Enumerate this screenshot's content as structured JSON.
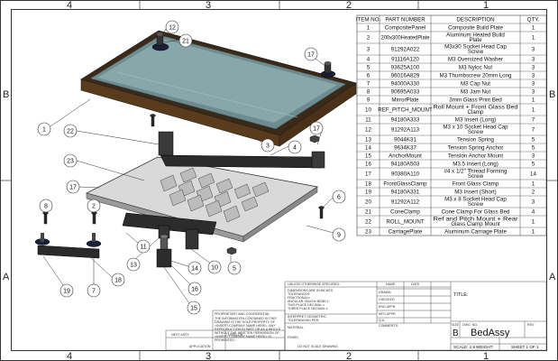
{
  "zones": {
    "top": [
      "4",
      "3",
      "2",
      "1"
    ],
    "bottom": [
      "4",
      "3",
      "2",
      "1"
    ],
    "left": [
      "B",
      "A"
    ],
    "right": [
      "B",
      "A"
    ]
  },
  "bom": {
    "headers": [
      "ITEM NO.",
      "PART NUMBER",
      "DESCRIPTION",
      "QTY."
    ],
    "rows": [
      {
        "item": "1",
        "part": "CompositePanel",
        "desc": [
          "Composite Build Plate"
        ],
        "qty": "1"
      },
      {
        "item": "2",
        "part": "200x300HeatedPlate",
        "desc": [
          "Aluminum Heated Build",
          "Plate"
        ],
        "qty": "1"
      },
      {
        "item": "3",
        "part": "91292A022",
        "desc": [
          "M3x30 Socket Head Cap",
          "Screw"
        ],
        "qty": "3"
      },
      {
        "item": "4",
        "part": "91116A120",
        "desc": [
          "M3 Oversized Washer"
        ],
        "qty": "3"
      },
      {
        "item": "5",
        "part": "93625A100",
        "desc": [
          "M3 Nyloc Nut"
        ],
        "qty": "3"
      },
      {
        "item": "6",
        "part": "96016A829",
        "desc": [
          "M3 Thumbscrew 20mm Long"
        ],
        "qty": "3"
      },
      {
        "item": "7",
        "part": "94000A330",
        "desc": [
          "M3 Cap Nut"
        ],
        "qty": "3"
      },
      {
        "item": "8",
        "part": "90695A033",
        "desc": [
          "M3 Jam Nut"
        ],
        "qty": "3"
      },
      {
        "item": "9",
        "part": "MirrorPlate",
        "desc": [
          "3mm Glass Print Bed"
        ],
        "qty": "1"
      },
      {
        "item": "10",
        "part": "REF_PITCH_MOUNT",
        "desc": [
          "Roll Mount + Front Glass Bed",
          "Clamp"
        ],
        "qty": "1"
      },
      {
        "item": "11",
        "part": "94180A333",
        "desc": [
          "M3 Insert (Long)"
        ],
        "qty": "7"
      },
      {
        "item": "12",
        "part": "91292A113",
        "desc": [
          "M3 x 10 Socket Head Cap",
          "Screw"
        ],
        "qty": "7"
      },
      {
        "item": "13",
        "part": "9044K31",
        "desc": [
          "Tension Spring"
        ],
        "qty": "5"
      },
      {
        "item": "14",
        "part": "9634K37",
        "desc": [
          "Tension Spring Anchor"
        ],
        "qty": "5"
      },
      {
        "item": "15",
        "part": "AnchorMount",
        "desc": [
          "Tension Anchor Mount"
        ],
        "qty": "3"
      },
      {
        "item": "16",
        "part": "94180A503",
        "desc": [
          "M3.5 Insert (Long)"
        ],
        "qty": "5"
      },
      {
        "item": "17",
        "part": "90380A110",
        "desc": [
          "#4 x 1/2\" Thread Forming",
          "Screw"
        ],
        "qty": "14"
      },
      {
        "item": "18",
        "part": "FrontGlassClamp",
        "desc": [
          "Front Glass Clamp"
        ],
        "qty": "1"
      },
      {
        "item": "19",
        "part": "94180A331",
        "desc": [
          "M3 Insert (Short)"
        ],
        "qty": "2"
      },
      {
        "item": "20",
        "part": "91292A112",
        "desc": [
          "M3 x 8 Socket Head Cap",
          "Screw"
        ],
        "qty": "3"
      },
      {
        "item": "21",
        "part": "ConeClamp",
        "desc": [
          "Cone Clamp For Glass Bed"
        ],
        "qty": "4"
      },
      {
        "item": "22",
        "part": "ROLL_MOUNT",
        "desc": [
          "Ref and Pitch Mount + Rear",
          "Glass Clamp Mount"
        ],
        "qty": "1"
      },
      {
        "item": "23",
        "part": "CarriagePlate",
        "desc": [
          "Aluminum Carriage Plate"
        ],
        "qty": "1"
      }
    ]
  },
  "callouts": [
    "12",
    "21",
    "17",
    "1",
    "3",
    "4",
    "22",
    "23",
    "17",
    "17",
    "6",
    "9",
    "18",
    "11",
    "13",
    "14",
    "10",
    "5",
    "15",
    "16",
    "19",
    "7",
    "8",
    "2"
  ],
  "title_block": {
    "unless": "UNLESS OTHERWISE SPECIFIED:",
    "name": "NAME",
    "date": "DATE",
    "drawn": "DRAWN",
    "checked": "CHECKED",
    "eng_appr": "ENG APPR.",
    "mfg_appr": "MFG APPR.",
    "qa": "Q.A.",
    "comments": "COMMENTS:",
    "dims": [
      "DIMENSIONS ARE IN INCHES",
      "TOLERANCES:",
      "FRACTIONAL±",
      "ANGULAR: MACH±   BEND ±",
      "TWO PLACE DECIMAL  ±",
      "THREE PLACE DECIMAL ±"
    ],
    "interpret": [
      "INTERPRET GEOMETRIC",
      "TOLERANCING PER:"
    ],
    "material": "MATERIAL",
    "finish": "FINISH",
    "proprietary": "PROPRIETARY AND CONFIDENTIAL",
    "prop_text": [
      "THE INFORMATION CONTAINED IN THIS",
      "DRAWING IS THE SOLE PROPERTY OF",
      "<INSERT COMPANY NAME HERE>. ANY",
      "REPRODUCTION IN PART OR AS A WHOLE",
      "WITHOUT THE WRITTEN PERMISSION OF",
      "<INSERT COMPANY NAME HERE> IS",
      "PROHIBITED."
    ],
    "next_assy": "NEXT ASSY",
    "used_on": "USED ON",
    "application": "APPLICATION",
    "do_not_scale": "DO NOT SCALE DRAWING",
    "title_label": "TITLE:",
    "size_label": "SIZE",
    "size": "B",
    "dwg_label": "DWG.  NO.",
    "dwg_no": "BedAssy",
    "rev": "REV",
    "scale": "SCALE: 1:8",
    "weight": "WEIGHT:",
    "sheet": "SHEET 1 OF 1"
  }
}
